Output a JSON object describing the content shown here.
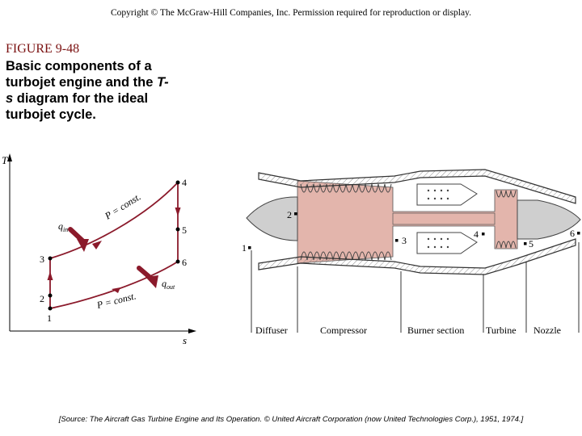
{
  "header": {
    "copyright": "Copyright © The McGraw-Hill Companies, Inc. Permission required for reproduction or display."
  },
  "figure": {
    "label": "FIGURE 9-48",
    "caption_pre": "Basic components of a turbojet engine and the ",
    "caption_italic": "T-s",
    "caption_post": " diagram for the ideal turbojet cycle."
  },
  "ts_diagram": {
    "y_axis": "T",
    "x_axis": "s",
    "pressure_upper": "P = const.",
    "pressure_lower": "P = const.",
    "q_in": "q",
    "q_in_sub": "in",
    "q_out": "q",
    "q_out_sub": "out",
    "states": [
      "1",
      "2",
      "3",
      "4",
      "5",
      "6"
    ]
  },
  "engine": {
    "station_labels": [
      "1",
      "2",
      "3",
      "4",
      "5",
      "6"
    ],
    "sections": [
      "Diffuser",
      "Compressor",
      "Burner section",
      "Turbine",
      "Nozzle"
    ]
  },
  "footer": {
    "source": "[Source: The Aircraft Gas Turbine Engine and Its Operation. © United Aircraft Corporation (now United Technologies Corp.), 1951, 1974.]"
  },
  "colors": {
    "curve": "#8b1a2b",
    "arrow": "#8b1a2b",
    "engine_fill": "#e3b5ac",
    "caption_label": "#7a1010"
  }
}
